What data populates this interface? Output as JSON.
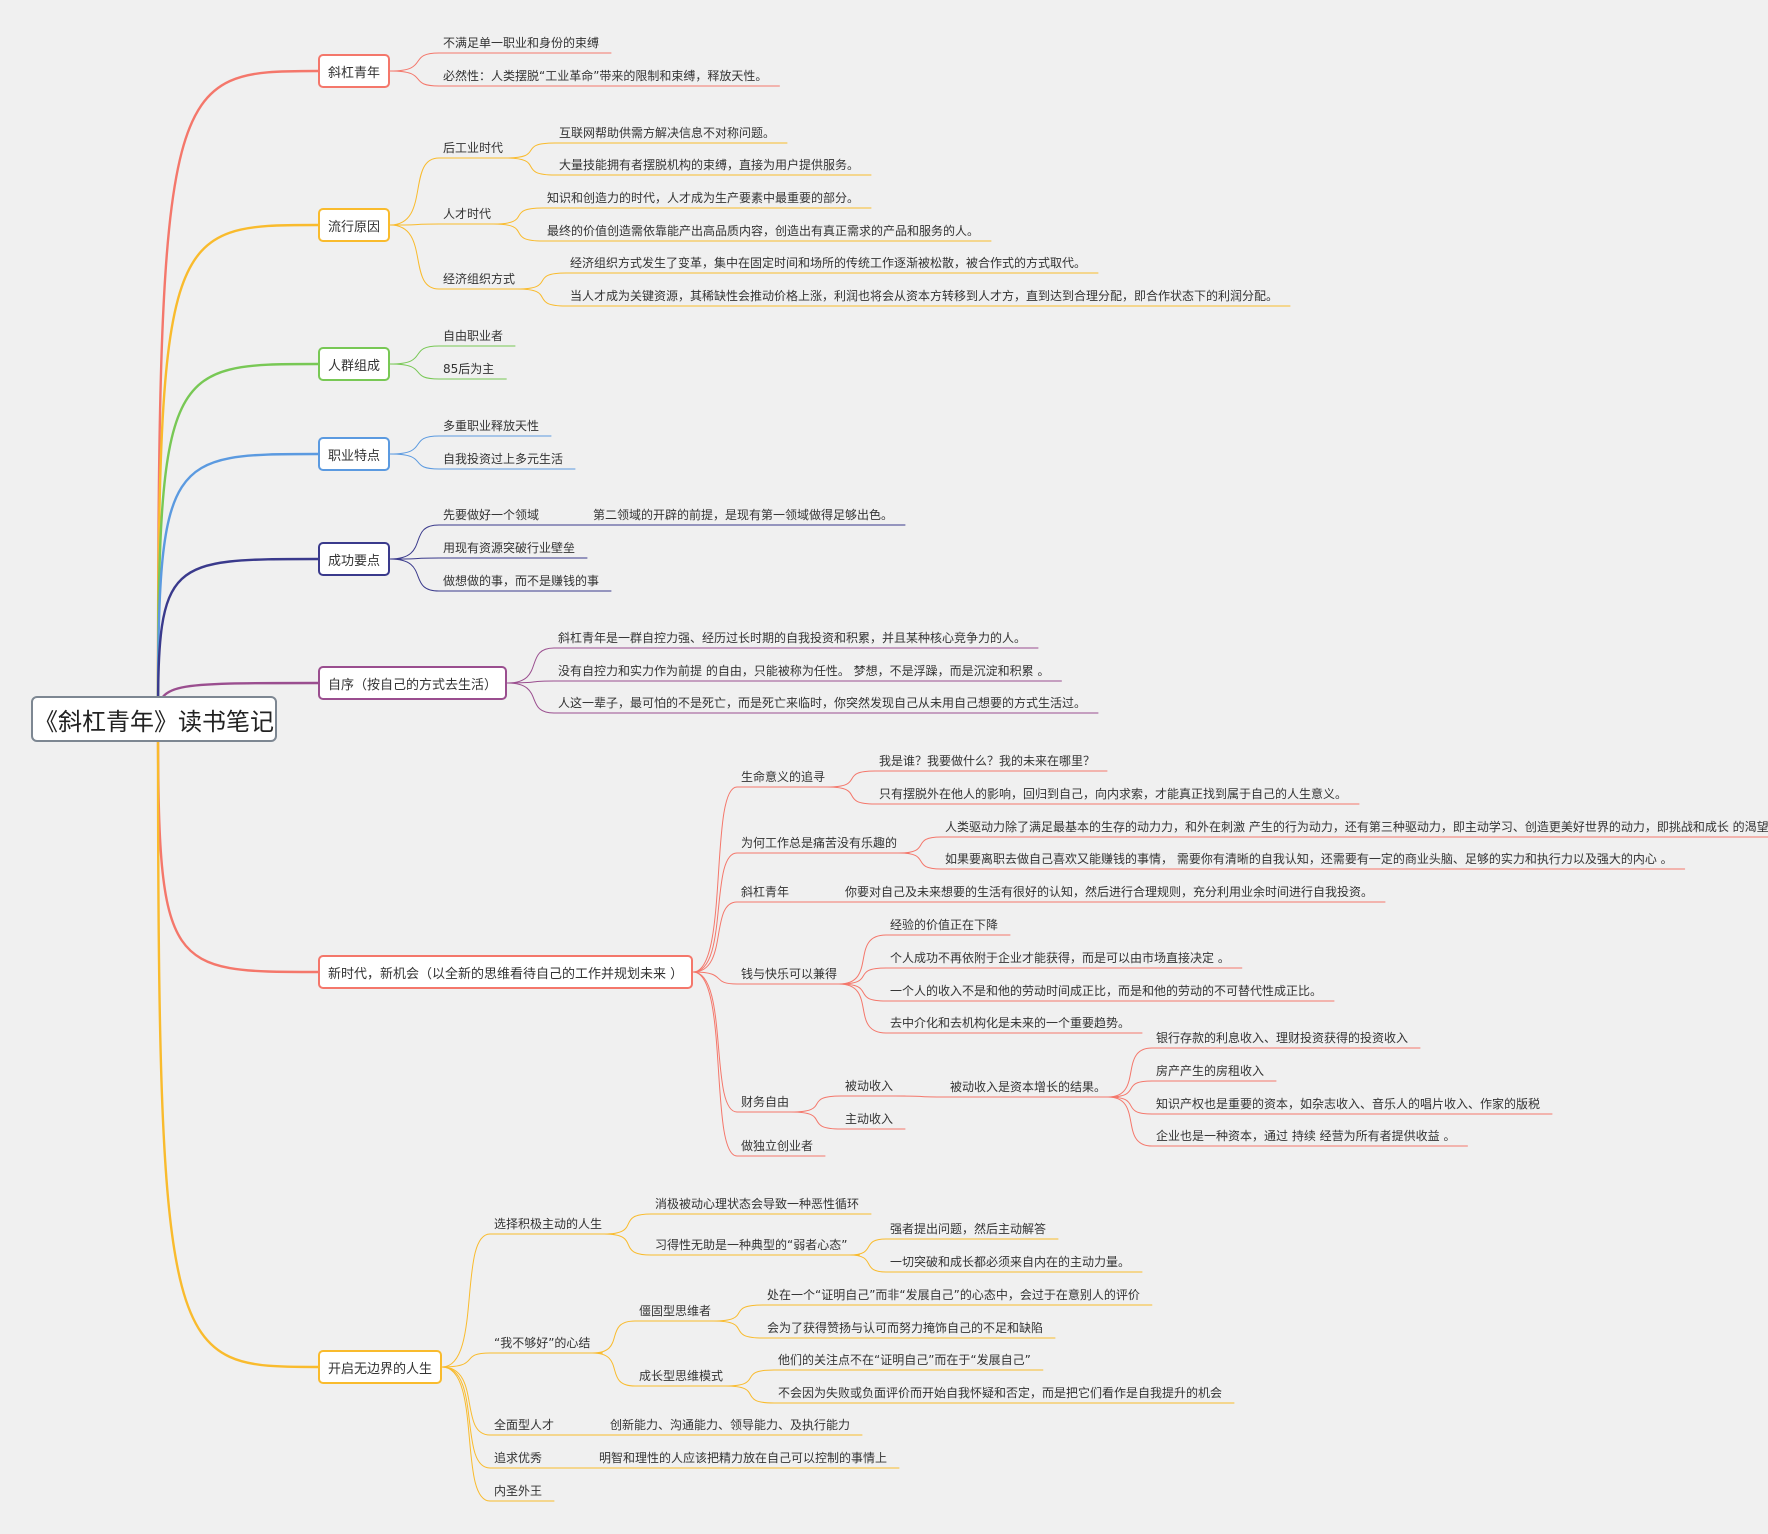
{
  "root": {
    "label": "《斜杠青年》读书笔记",
    "color": "#7d8792"
  },
  "branches": [
    {
      "id": "b1",
      "label": "斜杠青年",
      "color": "#f4776b",
      "children": [
        {
          "label": "不满足单一职业和身份的束缚"
        },
        {
          "label": "必然性：人类摆脱“工业革命”带来的限制和束缚，释放天性。"
        }
      ]
    },
    {
      "id": "b2",
      "label": "流行原因",
      "color": "#f9bb2d",
      "children": [
        {
          "label": "后工业时代",
          "children": [
            {
              "label": "互联网帮助供需方解决信息不对称问题。"
            },
            {
              "label": "大量技能拥有者摆脱机构的束缚，直接为用户提供服务。"
            }
          ]
        },
        {
          "label": "人才时代",
          "children": [
            {
              "label": "知识和创造力的时代，人才成为生产要素中最重要的部分。"
            },
            {
              "label": "最终的价值创造需依靠能产出高品质内容，创造出有真正需求的产品和服务的人。"
            }
          ]
        },
        {
          "label": "经济组织方式",
          "children": [
            {
              "label": "经济组织方式发生了变革，集中在固定时间和场所的传统工作逐渐被松散，被合作式的方式取代。"
            },
            {
              "label": "当人才成为关键资源，其稀缺性会推动价格上涨，利润也将会从资本方转移到人才方，直到达到合理分配，即合作状态下的利润分配。"
            }
          ]
        }
      ]
    },
    {
      "id": "b3",
      "label": "人群组成",
      "color": "#78c855",
      "children": [
        {
          "label": "自由职业者"
        },
        {
          "label": "85后为主"
        }
      ]
    },
    {
      "id": "b4",
      "label": "职业特点",
      "color": "#5b9ae0",
      "children": [
        {
          "label": "多重职业释放天性"
        },
        {
          "label": "自我投资过上多元生活"
        }
      ]
    },
    {
      "id": "b5",
      "label": "成功要点",
      "color": "#3a3a8c",
      "children": [
        {
          "label": "先要做好一个领域",
          "children": [
            {
              "label": "第二领域的开辟的前提，是现有第一领域做得足够出色。"
            }
          ]
        },
        {
          "label": "用现有资源突破行业壁垒"
        },
        {
          "label": "做想做的事，而不是赚钱的事"
        }
      ]
    },
    {
      "id": "b6",
      "label": "自序（按自己的方式去生活）",
      "color": "#9a4e8f",
      "children": [
        {
          "label": "斜杠青年是一群自控力强、经历过长时期的自我投资和积累，并且某种核心竞争力的人。"
        },
        {
          "label": "没有自控力和实力作为前提 的自由，只能被称为任性。 梦想，不是浮躁，而是沉淀和积累 。"
        },
        {
          "label": "人这一辈子，最可怕的不是死亡，而是死亡来临时，你突然发现自己从未用自己想要的方式生活过。"
        }
      ]
    },
    {
      "id": "b7",
      "label": "新时代，新机会（以全新的思维看待自己的工作并规划未来 ）",
      "color": "#f4776b",
      "children": [
        {
          "label": "生命意义的追寻",
          "children": [
            {
              "label": "我是谁？我要做什么？我的未来在哪里？"
            },
            {
              "label": "只有摆脱外在他人的影响，回归到自己，向内求索，才能真正找到属于自己的人生意义。"
            }
          ]
        },
        {
          "label": "为何工作总是痛苦没有乐趣的",
          "children": [
            {
              "label": "人类驱动力除了满足最基本的生存的动力力，和外在刺激 产生的行为动力，还有第三种驱动力，即主动学习、创造更美好世界的动力，即挑战和成长 的渴望。"
            },
            {
              "label": "如果要离职去做自己喜欢又能赚钱的事情， 需要你有清晰的自我认知，还需要有一定的商业头脑、足够的实力和执行力以及强大的内心 。"
            }
          ]
        },
        {
          "label": "斜杠青年",
          "children": [
            {
              "label": "你要对自己及未来想要的生活有很好的认知，然后进行合理规则，充分利用业余时间进行自我投资。"
            }
          ]
        },
        {
          "label": "钱与快乐可以兼得",
          "children": [
            {
              "label": "经验的价值正在下降"
            },
            {
              "label": "个人成功不再依附于企业才能获得，而是可以由市场直接决定 。"
            },
            {
              "label": "一个人的收入不是和他的劳动时间成正比，而是和他的劳动的不可替代性成正比。"
            },
            {
              "label": "去中介化和去机构化是未来的一个重要趋势。"
            }
          ]
        },
        {
          "label": "财务自由",
          "children": [
            {
              "label": "被动收入",
              "children": [
                {
                  "label": "被动收入是资本增长的结果。",
                  "children": [
                    {
                      "label": "银行存款的利息收入、理财投资获得的投资收入"
                    },
                    {
                      "label": "房产产生的房租收入"
                    },
                    {
                      "label": "知识产权也是重要的资本，如杂志收入、音乐人的唱片收入、作家的版税"
                    },
                    {
                      "label": "企业也是一种资本，通过 持续 经营为所有者提供收益 。"
                    }
                  ]
                }
              ]
            },
            {
              "label": "主动收入"
            }
          ]
        },
        {
          "label": "做独立创业者"
        }
      ]
    },
    {
      "id": "b8",
      "label": "开启无边界的人生",
      "color": "#f9bb2d",
      "children": [
        {
          "label": "选择积极主动的人生",
          "children": [
            {
              "label": "消极被动心理状态会导致一种恶性循环"
            },
            {
              "label": "习得性无助是一种典型的“弱者心态”",
              "children": [
                {
                  "label": "强者提出问题，然后主动解答"
                },
                {
                  "label": "一切突破和成长都必须来自内在的主动力量。"
                }
              ]
            }
          ]
        },
        {
          "label": "“我不够好”的心结",
          "children": [
            {
              "label": "僵固型思维者",
              "children": [
                {
                  "label": "处在一个“证明自己”而非“发展自己”的心态中，会过于在意别人的评价"
                },
                {
                  "label": "会为了获得赞扬与认可而努力掩饰自己的不足和缺陷"
                }
              ]
            },
            {
              "label": "成长型思维模式",
              "children": [
                {
                  "label": "他们的关注点不在“证明自己”而在于“发展自己”"
                },
                {
                  "label": "不会因为失败或负面评价而开始自我怀疑和否定，而是把它们看作是自我提升的机会"
                }
              ]
            }
          ]
        },
        {
          "label": "全面型人才",
          "children": [
            {
              "label": "创新能力、沟通能力、领导能力、及执行能力"
            }
          ]
        },
        {
          "label": "追求优秀",
          "children": [
            {
              "label": "明智和理性的人应该把精力放在自己可以控制的事情上"
            }
          ]
        },
        {
          "label": "内圣外王"
        }
      ]
    }
  ]
}
